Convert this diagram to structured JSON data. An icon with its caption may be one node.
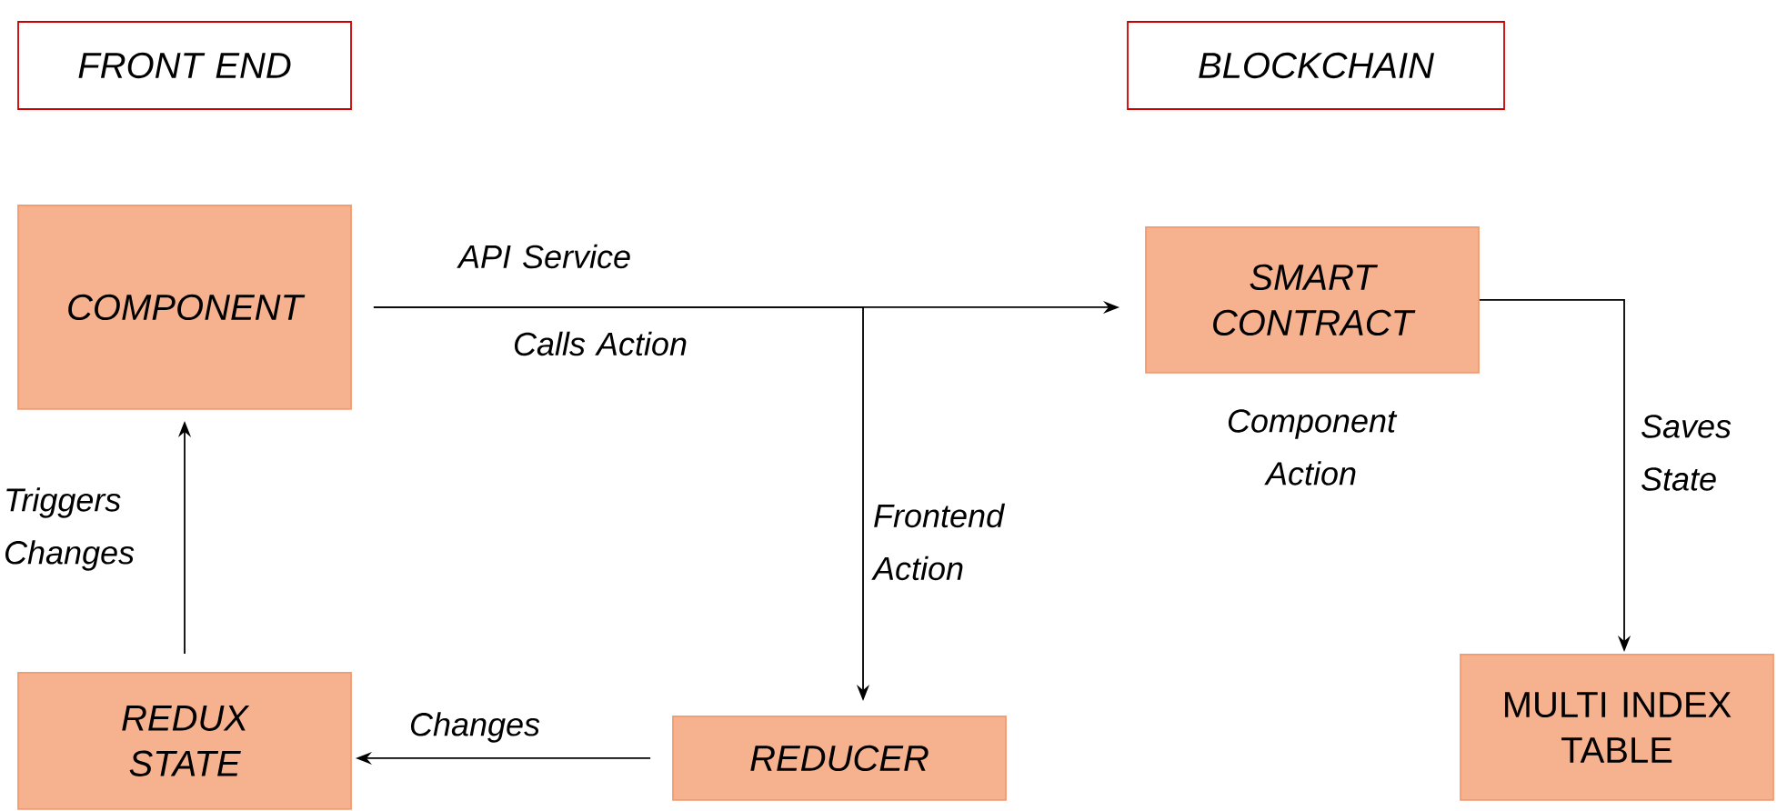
{
  "diagram": {
    "nodes": [
      {
        "text": [
          "FRONT END"
        ]
      },
      {
        "text": [
          "BLOCKCHAIN"
        ]
      },
      {
        "text": [
          "COMPONENT"
        ]
      },
      {
        "text": [
          "SMART CONTRACT"
        ]
      },
      {
        "text": [
          "REDUX STATE"
        ]
      },
      {
        "text": [
          "REDUCER"
        ]
      },
      {
        "text": [
          "MULTI INDEX TABLE"
        ]
      }
    ],
    "edges": [
      {
        "from": 2,
        "to": 3,
        "arrow": "to",
        "label": "API Service"
      },
      {
        "from": 2,
        "to": 5,
        "arrow": "to",
        "label": "Frontend Action"
      },
      {
        "from": 5,
        "to": 4,
        "arrow": "to",
        "label": "Changes"
      },
      {
        "from": 4,
        "to": 2,
        "arrow": "to",
        "label": "Triggers Changes"
      },
      {
        "from": 3,
        "to": 6,
        "arrow": "to",
        "label": "Saves State"
      }
    ],
    "labels": [
      "Calls Action",
      "Component Action"
    ]
  }
}
